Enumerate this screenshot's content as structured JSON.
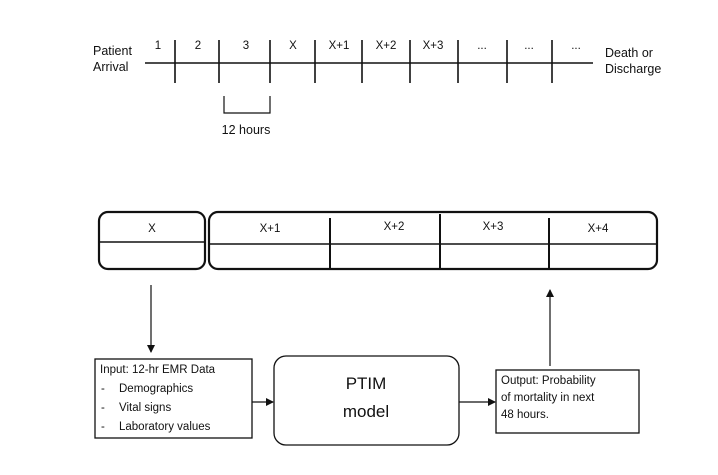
{
  "timeline": {
    "start_label_line1": "Patient",
    "start_label_line2": "Arrival",
    "end_label_line1": "Death or",
    "end_label_line2": "Discharge",
    "segments": [
      "1",
      "2",
      "3",
      "X",
      "X+1",
      "X+2",
      "X+3",
      "...",
      "...",
      "..."
    ],
    "interval_label": "12 hours"
  },
  "window": {
    "input_cell": "X",
    "output_cells": [
      "X+1",
      "X+2",
      "X+3",
      "X+4"
    ]
  },
  "input_box": {
    "title": "Input: 12-hr EMR Data",
    "items": [
      "Demographics",
      "Vital signs",
      "Laboratory values"
    ],
    "bullet": "-"
  },
  "model": {
    "line1": "PTIM",
    "line2": "model"
  },
  "output_box": {
    "line1": "Output: Probability",
    "line2": "of mortality in next",
    "line3": "48 hours."
  }
}
